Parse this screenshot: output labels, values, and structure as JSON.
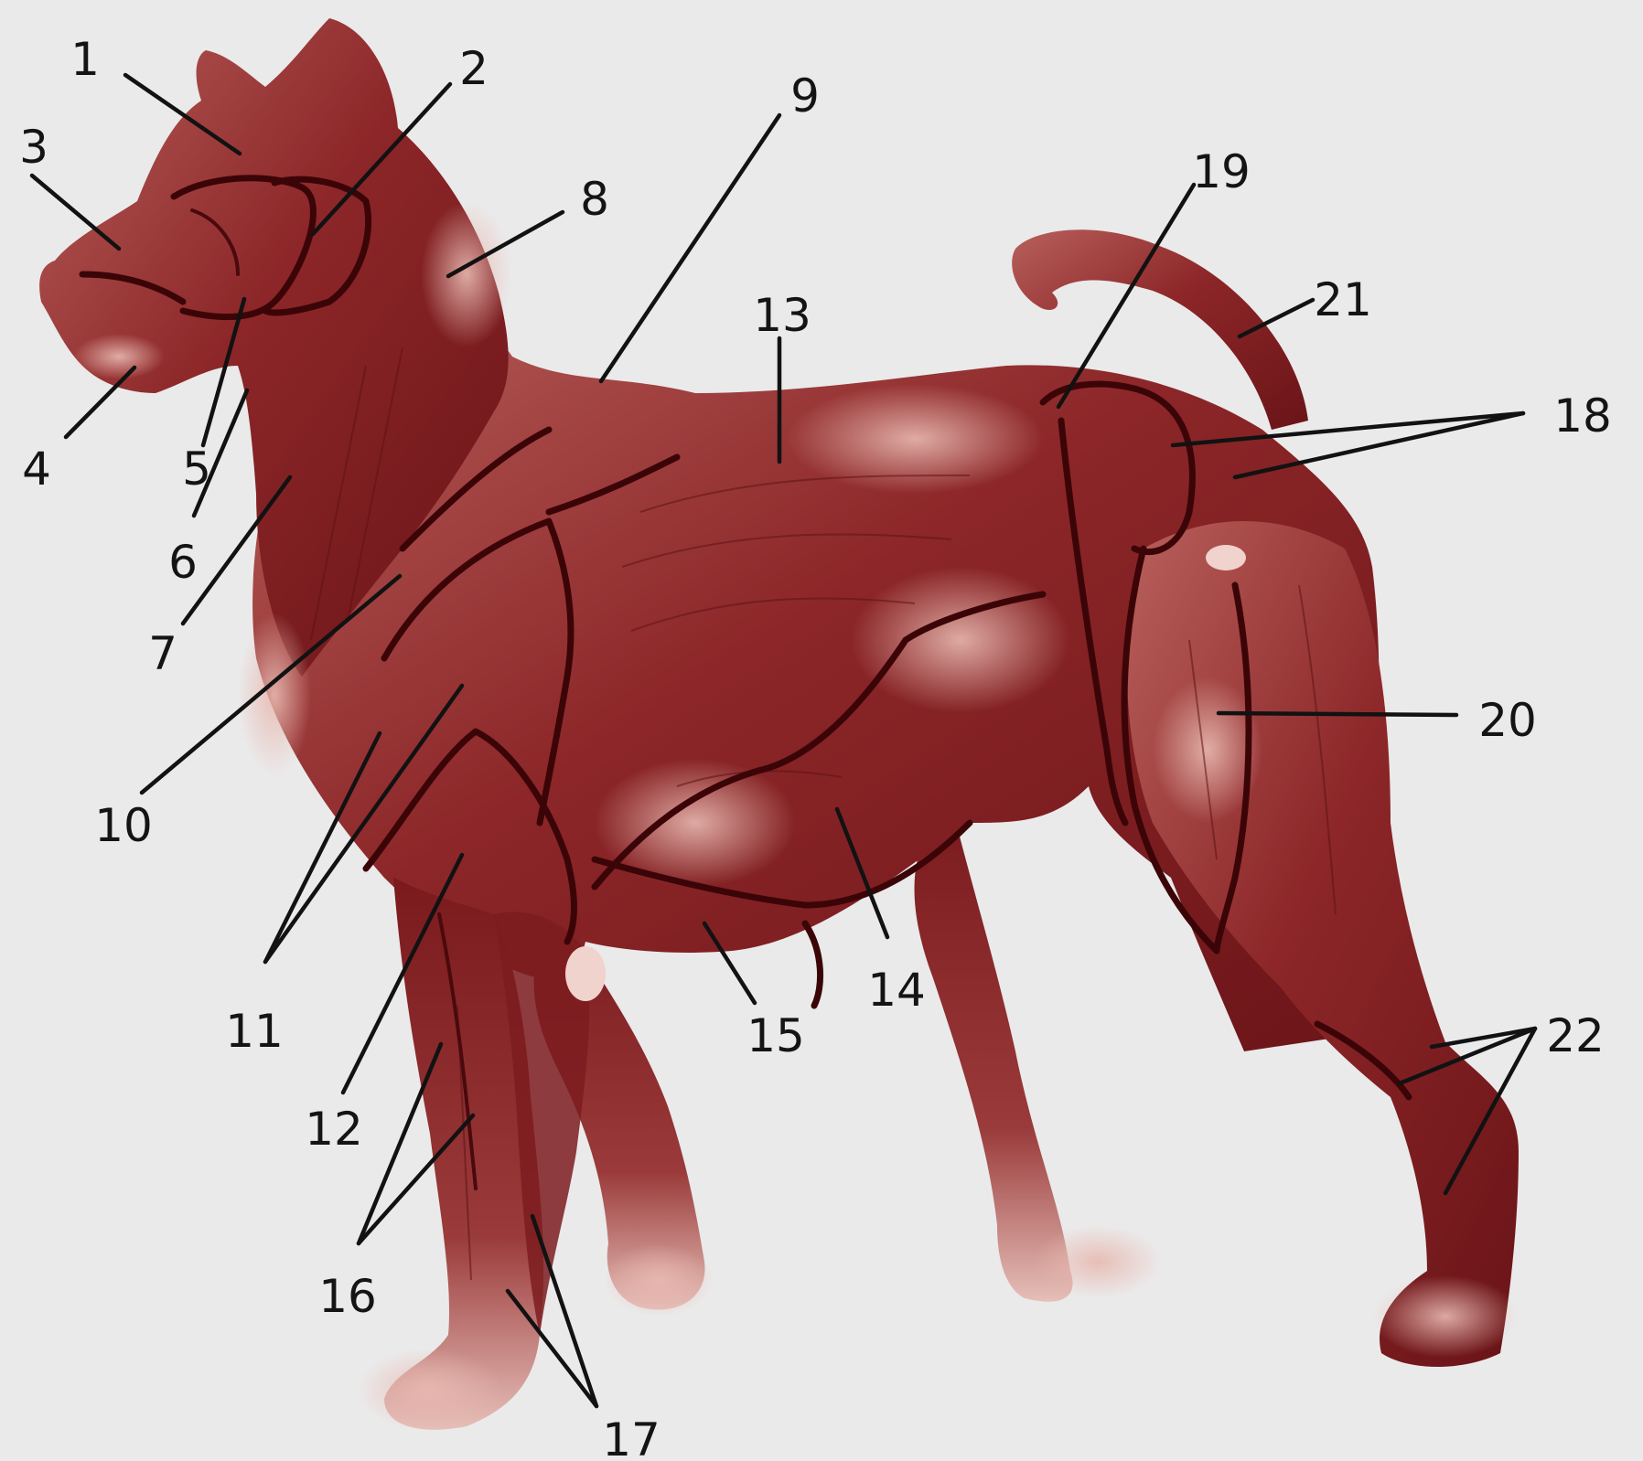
{
  "labels": [
    "1",
    "2",
    "3",
    "4",
    "5",
    "6",
    "7",
    "8",
    "9",
    "10",
    "11",
    "12",
    "13",
    "14",
    "15",
    "16",
    "17",
    "18",
    "19",
    "20",
    "21",
    "22"
  ],
  "colors": {
    "background": "#eaeaea",
    "muscle": "#8e2a2c",
    "muscle_dark": "#5c0f13",
    "muscle_light": "#d9a39c",
    "line": "#121212"
  }
}
